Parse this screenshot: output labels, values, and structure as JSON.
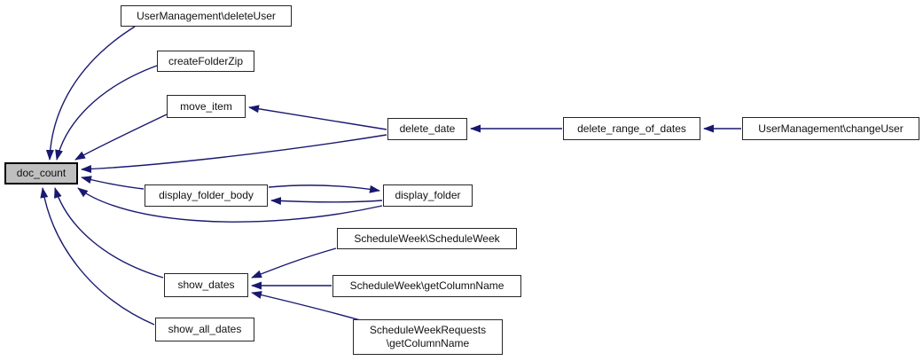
{
  "diagram": {
    "type": "call-graph",
    "background_color": "#ffffff",
    "edge_color": "#191970",
    "node_fill": "#ffffff",
    "node_border_color": "#262626",
    "highlighted_node_fill": "#bfbfbf",
    "nodes": {
      "doc_count": {
        "label": "doc_count",
        "highlighted": true
      },
      "delete_user": {
        "label": "UserManagement\\deleteUser",
        "highlighted": false
      },
      "create_folder_zip": {
        "label": "createFolderZip",
        "highlighted": false
      },
      "move_item": {
        "label": "move_item",
        "highlighted": false
      },
      "delete_date": {
        "label": "delete_date",
        "highlighted": false
      },
      "delete_range_of_dates": {
        "label": "delete_range_of_dates",
        "highlighted": false
      },
      "change_user": {
        "label": "UserManagement\\changeUser",
        "highlighted": false
      },
      "display_folder_body": {
        "label": "display_folder_body",
        "highlighted": false
      },
      "display_folder": {
        "label": "display_folder",
        "highlighted": false
      },
      "schedule_week": {
        "label": "ScheduleWeek\\ScheduleWeek",
        "highlighted": false
      },
      "show_dates": {
        "label": "show_dates",
        "highlighted": false
      },
      "schedule_week_get_column_name": {
        "label": "ScheduleWeek\\getColumnName",
        "highlighted": false
      },
      "show_all_dates": {
        "label": "show_all_dates",
        "highlighted": false
      },
      "schedule_week_requests_get_column_name": {
        "label": "ScheduleWeekRequests\n\\getColumnName",
        "highlighted": false
      }
    },
    "edges": [
      {
        "from": "UserManagement\\deleteUser",
        "to": "doc_count"
      },
      {
        "from": "createFolderZip",
        "to": "doc_count"
      },
      {
        "from": "move_item",
        "to": "doc_count"
      },
      {
        "from": "delete_date",
        "to": "doc_count"
      },
      {
        "from": "delete_date",
        "to": "move_item"
      },
      {
        "from": "delete_range_of_dates",
        "to": "delete_date"
      },
      {
        "from": "UserManagement\\changeUser",
        "to": "delete_range_of_dates"
      },
      {
        "from": "display_folder_body",
        "to": "doc_count"
      },
      {
        "from": "display_folder_body",
        "to": "display_folder"
      },
      {
        "from": "display_folder",
        "to": "display_folder_body"
      },
      {
        "from": "display_folder",
        "to": "doc_count"
      },
      {
        "from": "ScheduleWeek\\ScheduleWeek",
        "to": "show_dates"
      },
      {
        "from": "ScheduleWeek\\getColumnName",
        "to": "show_dates"
      },
      {
        "from": "ScheduleWeekRequests\\getColumnName",
        "to": "show_dates"
      },
      {
        "from": "show_dates",
        "to": "doc_count"
      },
      {
        "from": "show_all_dates",
        "to": "doc_count"
      }
    ]
  }
}
